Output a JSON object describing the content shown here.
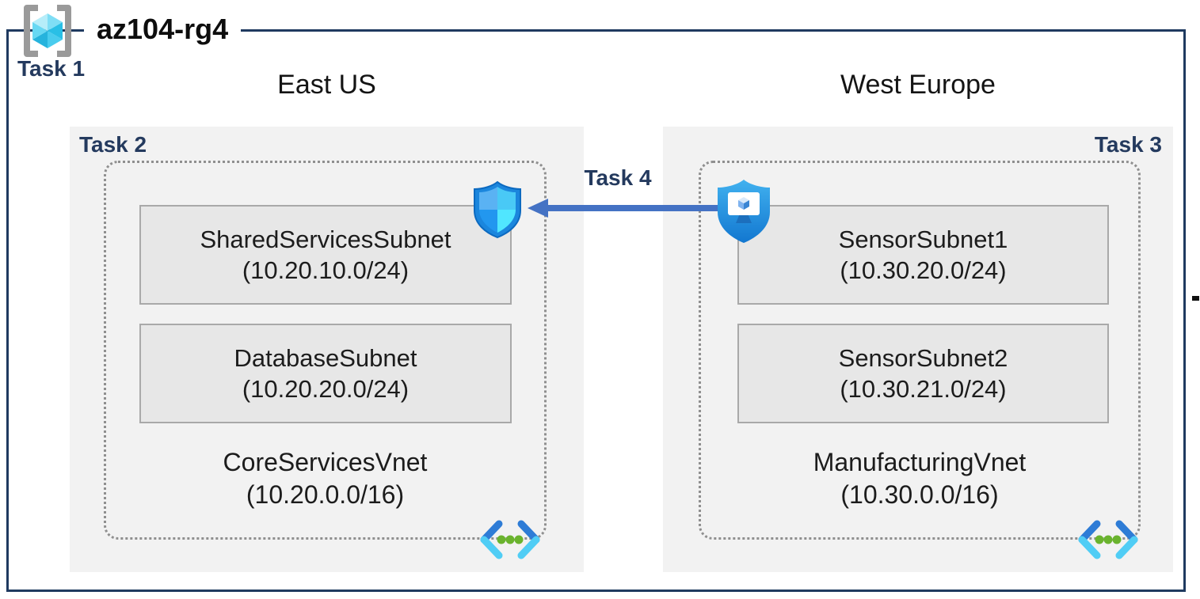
{
  "resource_group": {
    "name": "az104-rg4",
    "task_label": "Task 1",
    "icon": "resource-group-icon"
  },
  "east": {
    "title": "East US",
    "task_label": "Task 2",
    "subnets": [
      {
        "name": "SharedServicesSubnet",
        "cidr": "(10.20.10.0/24)"
      },
      {
        "name": "DatabaseSubnet",
        "cidr": "(10.20.20.0/24)"
      }
    ],
    "vnet": {
      "name": "CoreServicesVnet",
      "cidr": "(10.20.0.0/16)",
      "icon": "virtual-network-icon"
    }
  },
  "west": {
    "title": "West Europe",
    "task_label": "Task 3",
    "subnets": [
      {
        "name": "SensorSubnet1",
        "cidr": "(10.30.20.0/24)"
      },
      {
        "name": "SensorSubnet2",
        "cidr": "(10.30.21.0/24)"
      }
    ],
    "vnet": {
      "name": "ManufacturingVnet",
      "cidr": "(10.30.0.0/16)",
      "icon": "virtual-network-icon"
    }
  },
  "peering": {
    "task_label": "Task 4",
    "direction": "west-europe-to-east-us",
    "left_icon": "network-security-group-shield-icon",
    "right_icon": "bastion-shield-monitor-icon"
  },
  "colors": {
    "frame_navy": "#1f3a60",
    "task_navy": "#243a5e",
    "region_bg": "#f2f2f2",
    "subnet_bg": "#e7e7e7",
    "subnet_border": "#a9a9a9",
    "vnet_dotted_border": "#8f8f8f",
    "arrow_blue": "#4472c4",
    "cube_cyan": "#50e6ff",
    "vnet_dot_green": "#6ab32e"
  }
}
